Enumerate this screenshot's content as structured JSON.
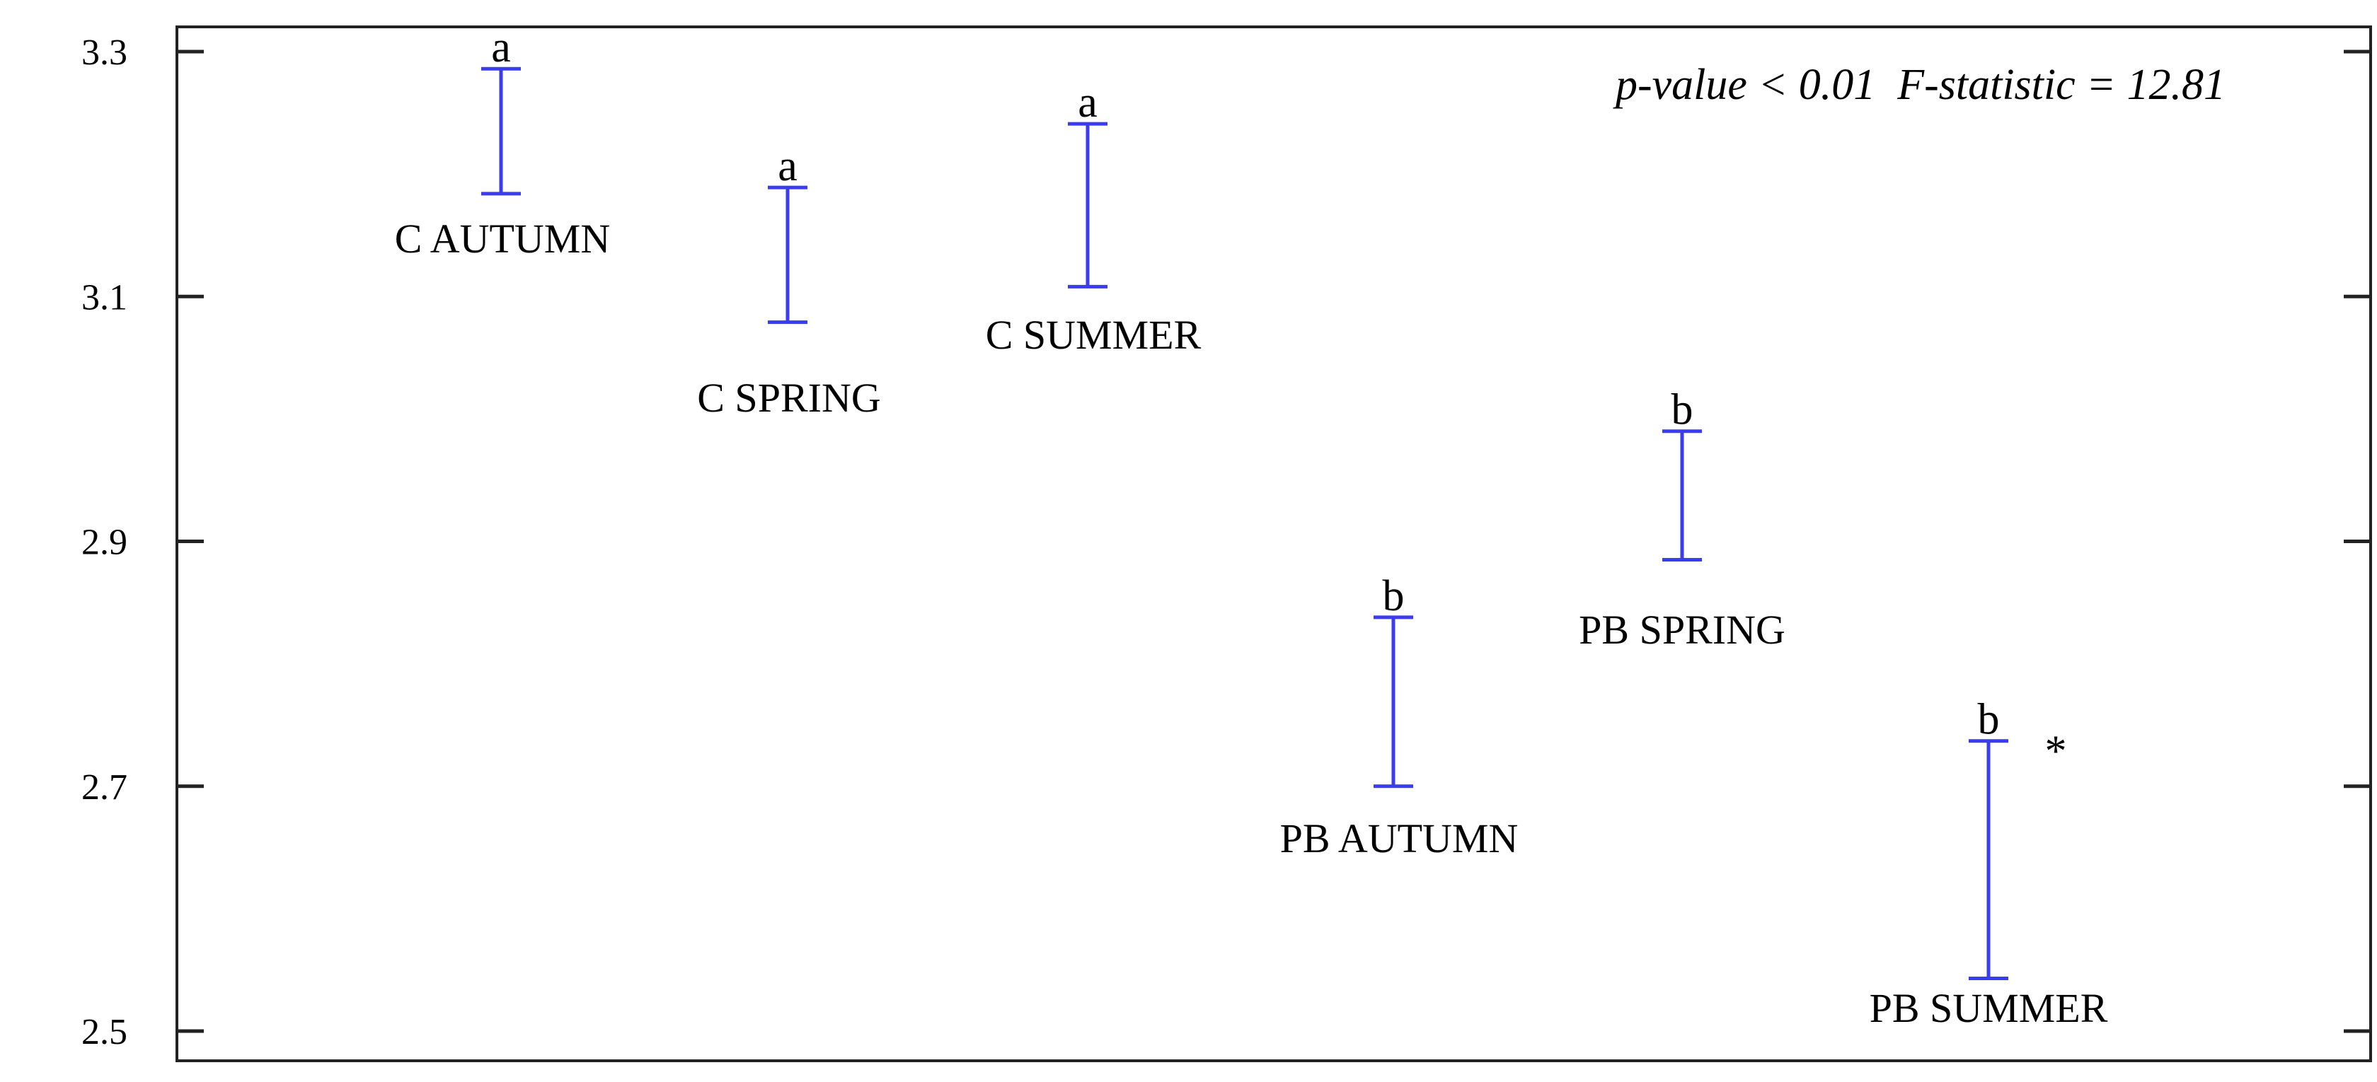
{
  "chart_data": {
    "type": "interval",
    "annotation": "p-value < 0.01  F-statistic = 12.81",
    "ylim": [
      2.5,
      3.3
    ],
    "yticks": [
      {
        "value": 3.3,
        "label": "3.3"
      },
      {
        "value": 3.1,
        "label": "3.1"
      },
      {
        "value": 2.9,
        "label": "2.9"
      },
      {
        "value": 2.7,
        "label": "2.7"
      },
      {
        "value": 2.5,
        "label": "2.5"
      }
    ],
    "series_color": "#3b3bf0",
    "groups": [
      {
        "label": "C AUTUMN",
        "low": 3.184,
        "high": 3.286,
        "letter": "a",
        "extra": ""
      },
      {
        "label": "C SPRING",
        "low": 3.079,
        "high": 3.189,
        "letter": "a",
        "extra": ""
      },
      {
        "label": "C SUMMER",
        "low": 3.108,
        "high": 3.241,
        "letter": "a",
        "extra": ""
      },
      {
        "label": "PB AUTUMN",
        "low": 2.7,
        "high": 2.838,
        "letter": "b",
        "extra": ""
      },
      {
        "label": "PB SPRING",
        "low": 2.885,
        "high": 2.99,
        "letter": "b",
        "extra": ""
      },
      {
        "label": "PB SUMMER",
        "low": 2.543,
        "high": 2.737,
        "letter": "b",
        "extra": "*"
      }
    ]
  }
}
